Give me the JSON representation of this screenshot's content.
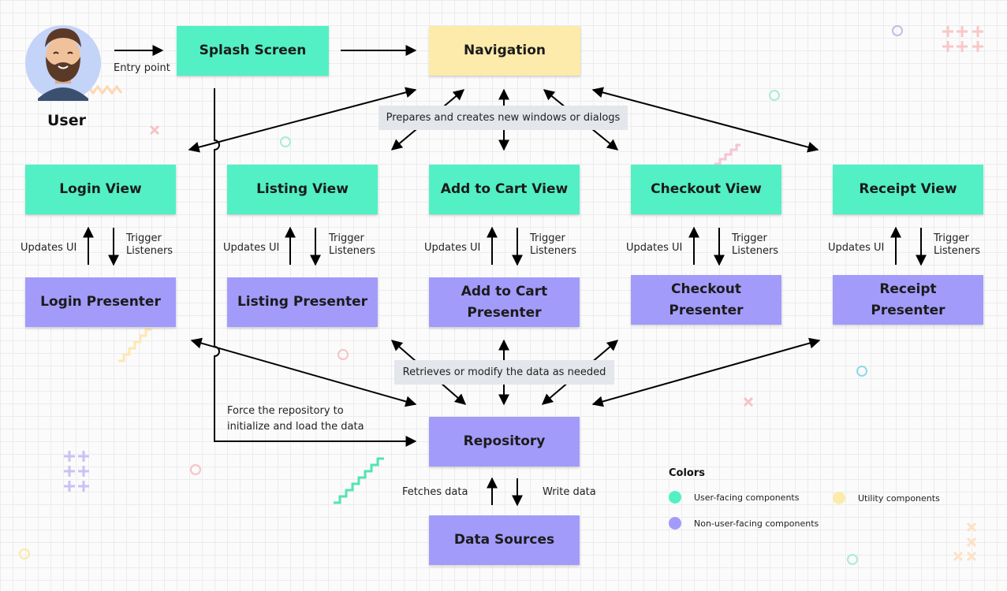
{
  "user": {
    "label": "User",
    "entry_label": "Entry point"
  },
  "boxes": {
    "splash": "Splash Screen",
    "navigation": "Navigation",
    "login_view": "Login View",
    "listing_view": "Listing View",
    "cart_view": "Add to Cart View",
    "checkout_view": "Checkout View",
    "receipt_view": "Receipt View",
    "login_presenter": "Login Presenter",
    "listing_presenter": "Listing Presenter",
    "cart_presenter": "Add to Cart\nPresenter",
    "checkout_presenter": "Checkout\nPresenter",
    "receipt_presenter": "Receipt\nPresenter",
    "repository": "Repository",
    "data_sources": "Data Sources"
  },
  "notes": {
    "navigation": "Prepares and creates new windows or dialogs",
    "repository": "Retrieves or modify the data as needed"
  },
  "edge_labels": {
    "updates_ui": "Updates UI",
    "trigger": "Trigger\nListeners",
    "force_repo": "Force the repository to\ninitialize and load the data",
    "fetches": "Fetches data",
    "write": "Write data"
  },
  "legend": {
    "title": "Colors",
    "user_facing": "User-facing components",
    "non_user_facing": "Non-user-facing components",
    "utility": "Utility components"
  },
  "colors": {
    "user_facing": "#52f0c4",
    "non_user_facing": "#a29bfa",
    "utility": "#fcebab"
  }
}
